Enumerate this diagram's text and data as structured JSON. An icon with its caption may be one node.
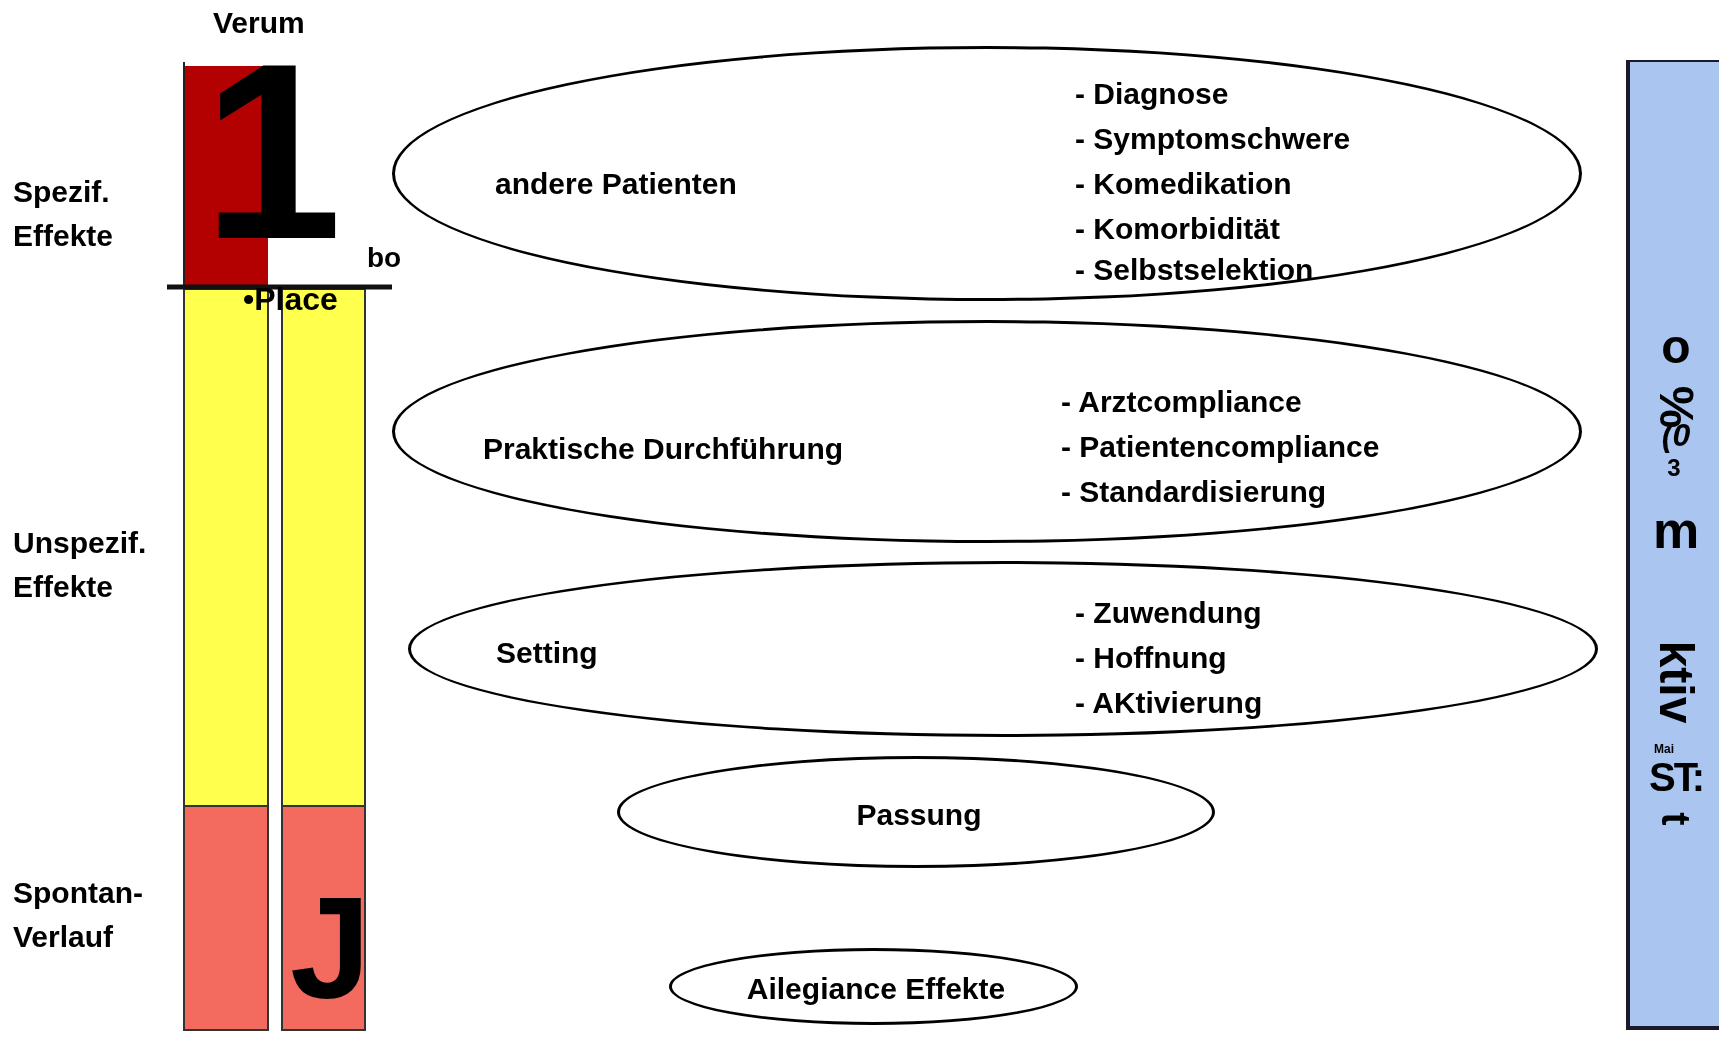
{
  "diagram": {
    "nodes": [
      {
        "text": [
          "andere Patienten",
          "- Diagnose",
          "- Symptomschwere",
          "- Komedikation",
          "- Komorbidität",
          "- Selbstselektion"
        ]
      },
      {
        "text": [
          "Praktische Durchführung",
          "- Arztcompliance",
          "- Patientencompliance",
          "- Standardisierung"
        ]
      },
      {
        "text": [
          "Setting",
          "- Zuwendung",
          "- Hoffnung",
          "- AKtivierung"
        ]
      },
      {
        "text": [
          "Passung"
        ]
      },
      {
        "text": [
          "Ailegiance Effekte"
        ]
      },
      {
        "text": [
          "o",
          "%",
          "(0",
          "3",
          "m",
          "ktiv",
          "Mai",
          "ST:",
          "t"
        ]
      }
    ],
    "labels": [
      "Verum",
      "1",
      "Spezif. Effekte",
      "bo",
      "•Place",
      "Unspezif. Effekte",
      "Spontan- Verlauf",
      "J"
    ]
  }
}
